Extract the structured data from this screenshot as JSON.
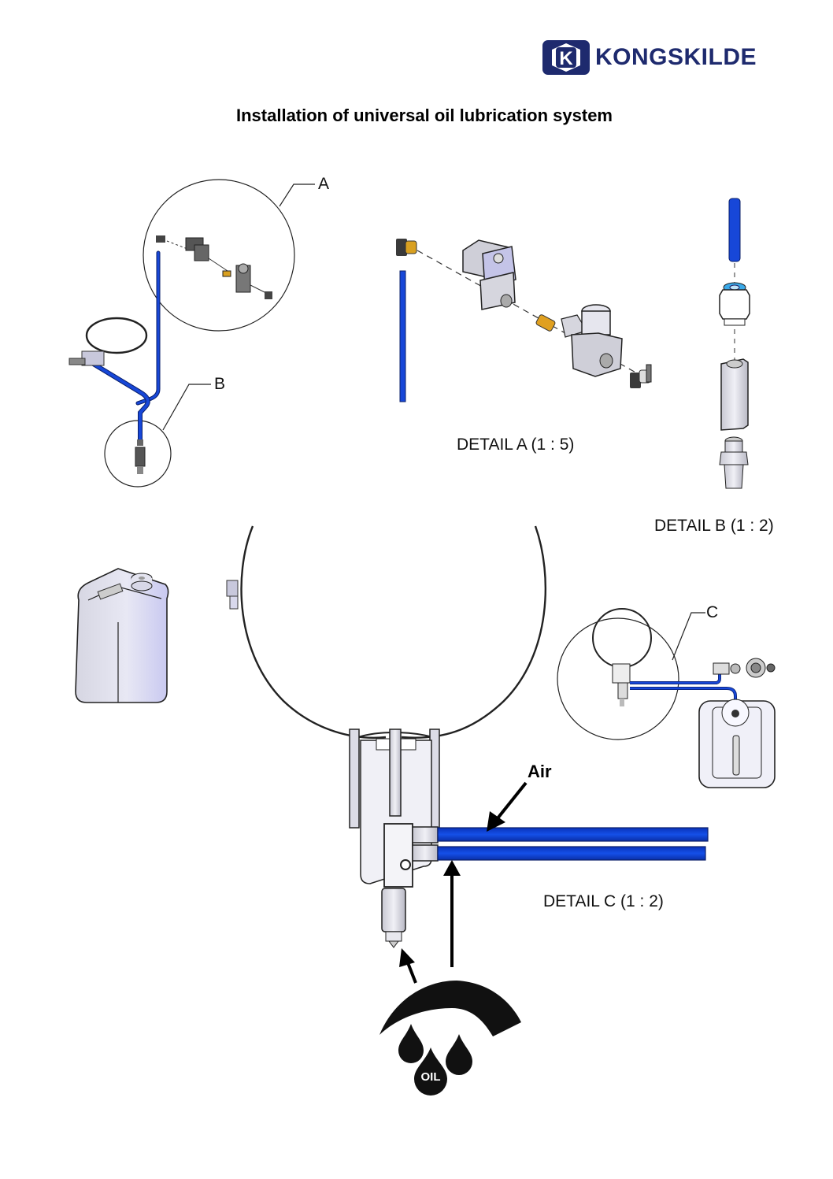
{
  "brand": {
    "logo_letter": "K",
    "name": "KONGSKILDE",
    "color": "#1e2a6e"
  },
  "title": "Installation of universal oil lubrication system",
  "callouts": {
    "a": "A",
    "b": "B",
    "c": "C"
  },
  "details": {
    "a": "DETAIL A (1 : 5)",
    "b": "DETAIL B (1 : 2)",
    "c": "DETAIL C (1 : 2)"
  },
  "flow_labels": {
    "air": "Air",
    "oil": "OIL"
  },
  "colors": {
    "tube_blue": "#0b3fd0",
    "tube_outline": "#0a1f6a",
    "fitting_cyan": "#3aa9e8",
    "brass": "#e0a020",
    "part_grey": "#d8d8e2",
    "canister": "#e4e4f4"
  }
}
